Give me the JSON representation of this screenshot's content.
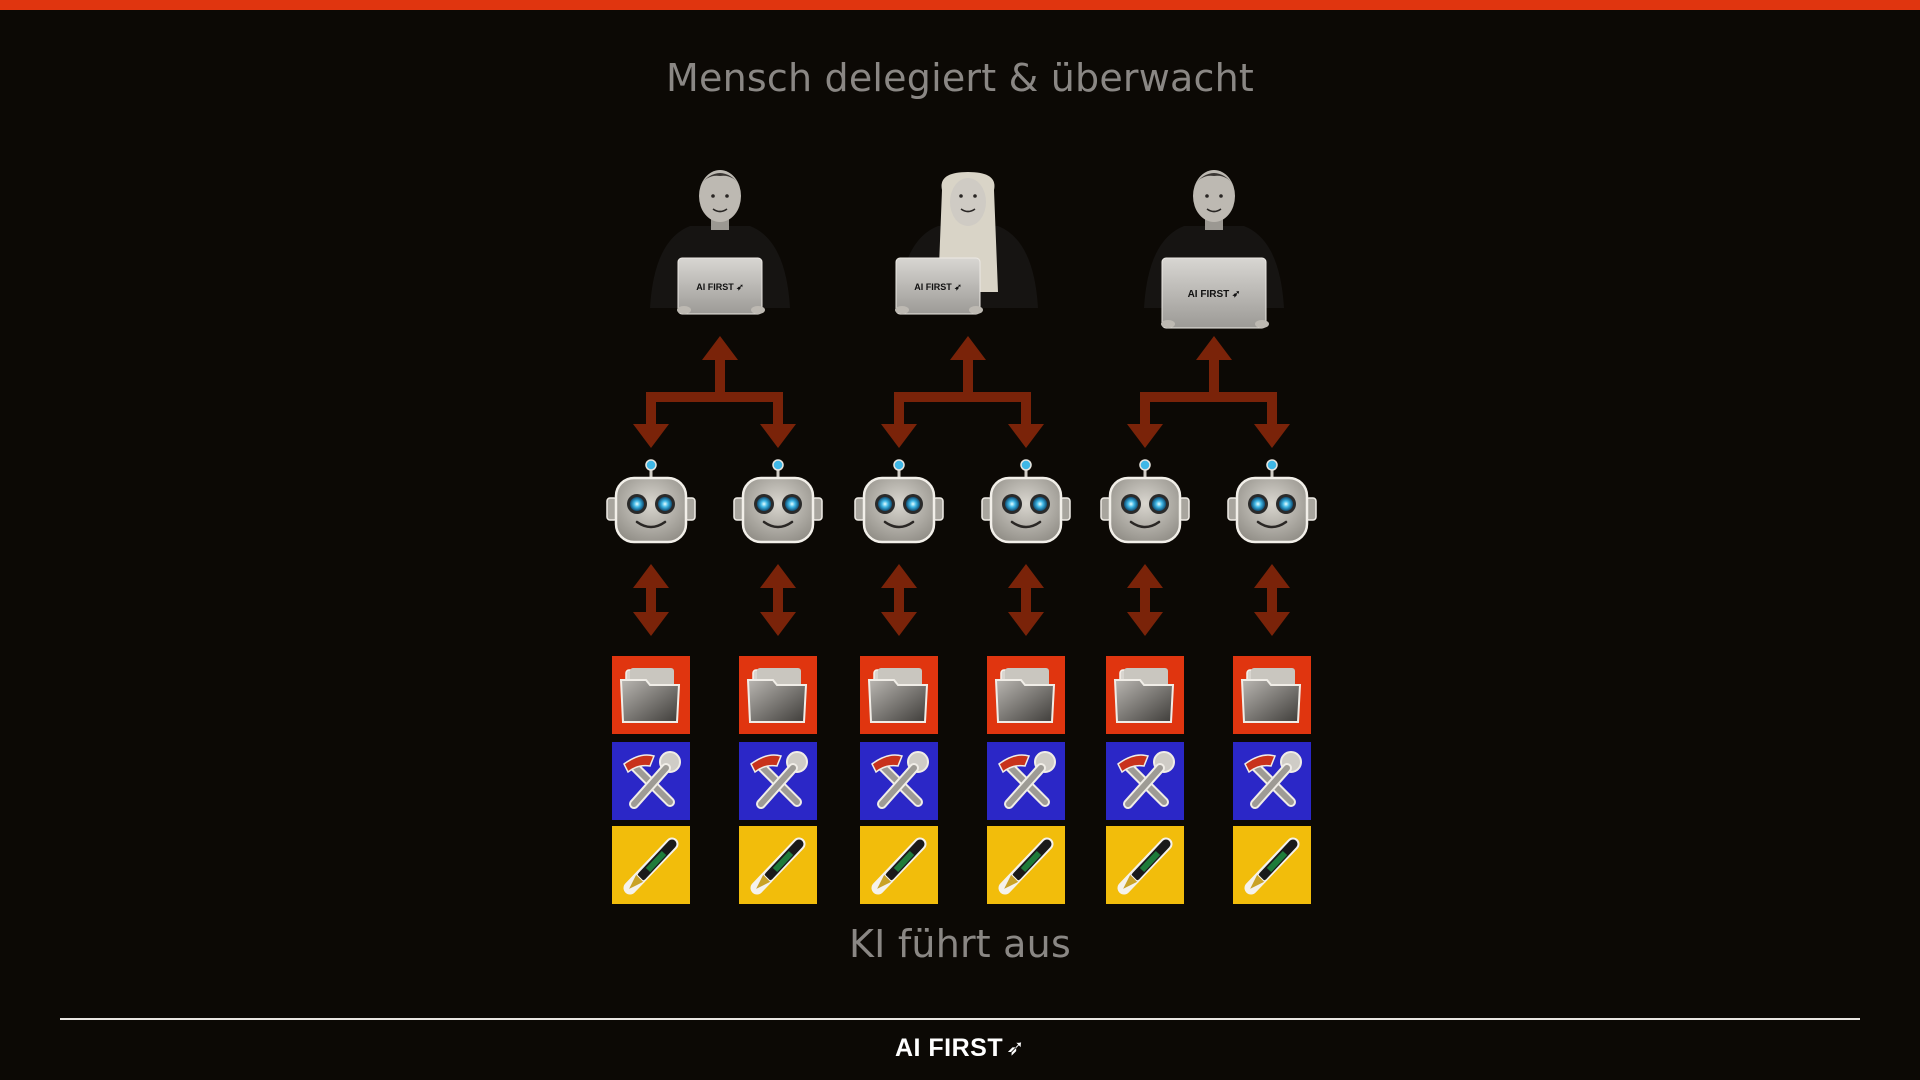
{
  "slide": {
    "top_label": "Mensch delegiert & überwacht",
    "bottom_label": "KI führt aus",
    "logo_text": "AI FIRST",
    "logo_mark": "➶"
  },
  "humans": [
    {
      "role": "person-male-left",
      "laptop_text": "AI FIRST"
    },
    {
      "role": "person-female-center",
      "laptop_text": "AI FIRST"
    },
    {
      "role": "person-male-right",
      "laptop_text": "AI FIRST"
    }
  ],
  "agents_count_per_human": 2,
  "tool_stack": [
    {
      "icon": "folder-icon",
      "bg": "#e0350f"
    },
    {
      "icon": "hammer-wrench-icon",
      "bg": "#2b27c7"
    },
    {
      "icon": "fountain-pen-icon",
      "bg": "#f2bd0b"
    }
  ],
  "colors": {
    "accent": "#e0350f",
    "arrow": "#7a2309",
    "background": "#0c0905",
    "label": "#8a8784"
  }
}
